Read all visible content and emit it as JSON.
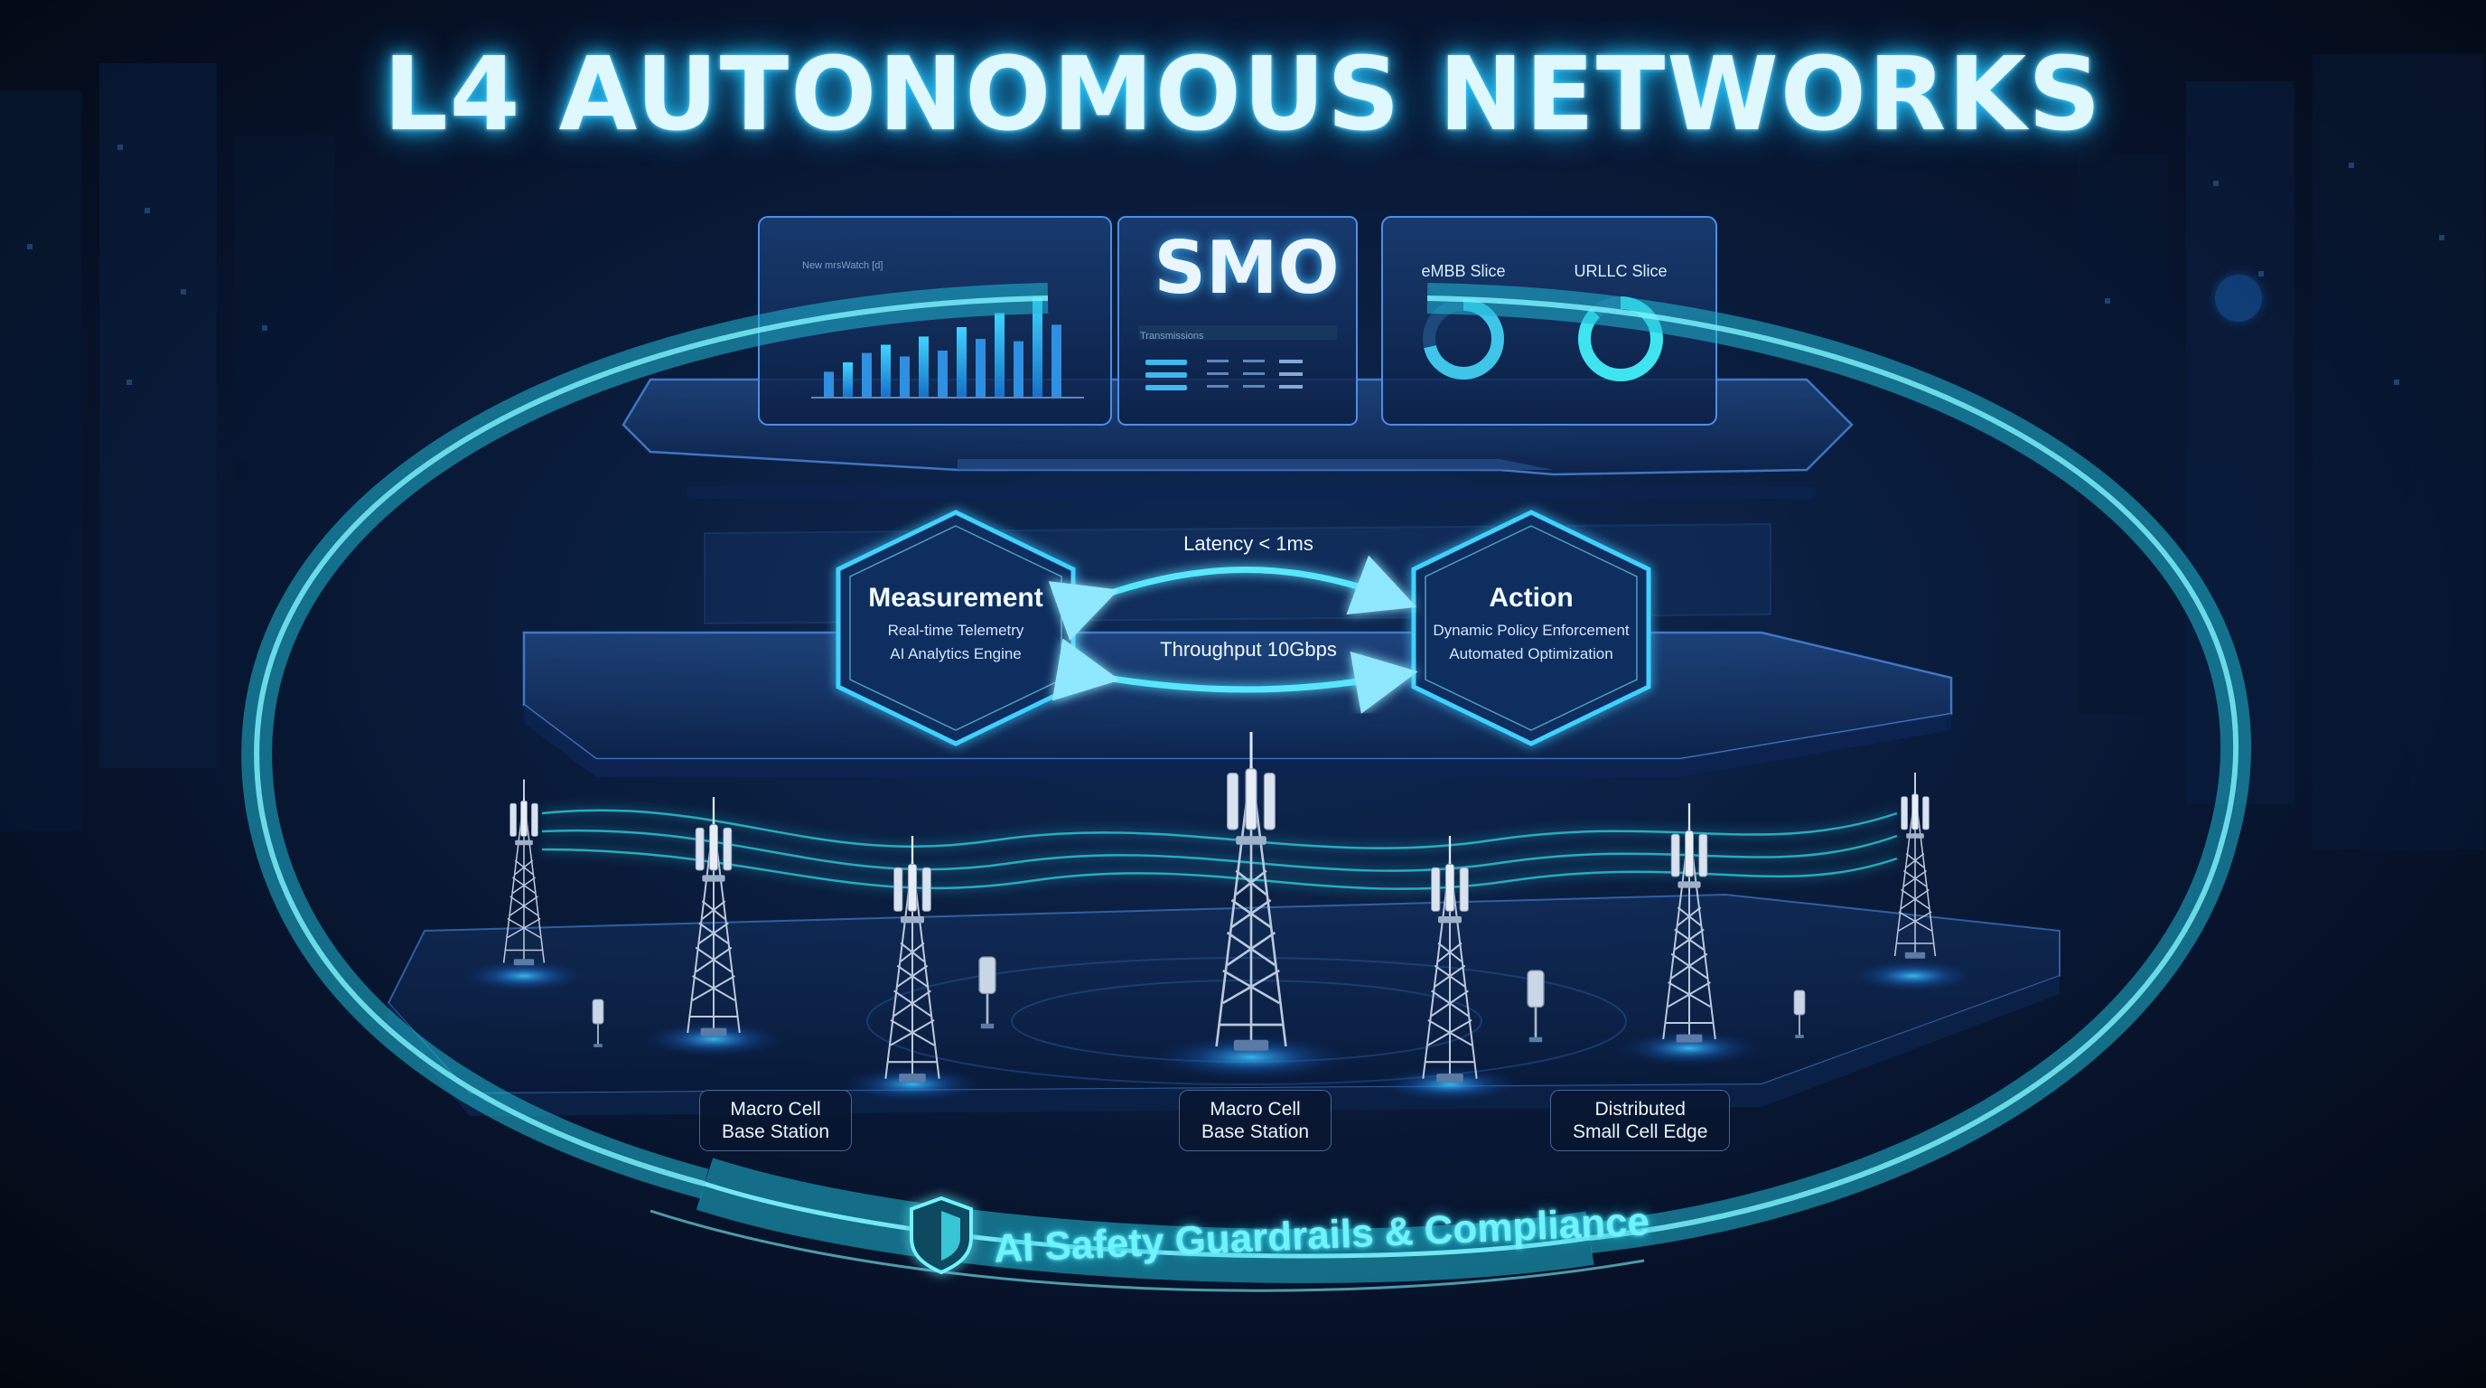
{
  "title": "L4 AUTONOMOUS NETWORKS",
  "smo": {
    "label": "SMO",
    "chart_caption": "New mrsWatch [d]",
    "table_caption": "Transmissions",
    "slice_left": "eMBB Slice",
    "slice_right": "URLLC Slice"
  },
  "loop": {
    "measurement": {
      "title": "Measurement",
      "line1": "Real-time Telemetry",
      "line2": "AI Analytics Engine"
    },
    "action": {
      "title": "Action",
      "line1": "Dynamic Policy Enforcement",
      "line2": "Automated Optimization"
    },
    "latency": "Latency < 1ms",
    "throughput": "Throughput  10Gbps"
  },
  "towers": {
    "left": {
      "line1": "Macro Cell",
      "line2": "Base Station"
    },
    "center": {
      "line1": "Macro Cell",
      "line2": "Base Station"
    },
    "right": {
      "line1": "Distributed",
      "line2": "Small Cell Edge"
    }
  },
  "guardrail": "AI Safety Guardrails & Compliance",
  "colors": {
    "accent_cyan": "#27d3ec",
    "glow_blue": "#2a8cff",
    "background": "#050b18",
    "panel": "#0f2a55"
  },
  "icons": [
    "shield-icon",
    "bar-chart-icon",
    "donut-icon",
    "cell-tower-icon",
    "bidirectional-arrow-icon"
  ]
}
